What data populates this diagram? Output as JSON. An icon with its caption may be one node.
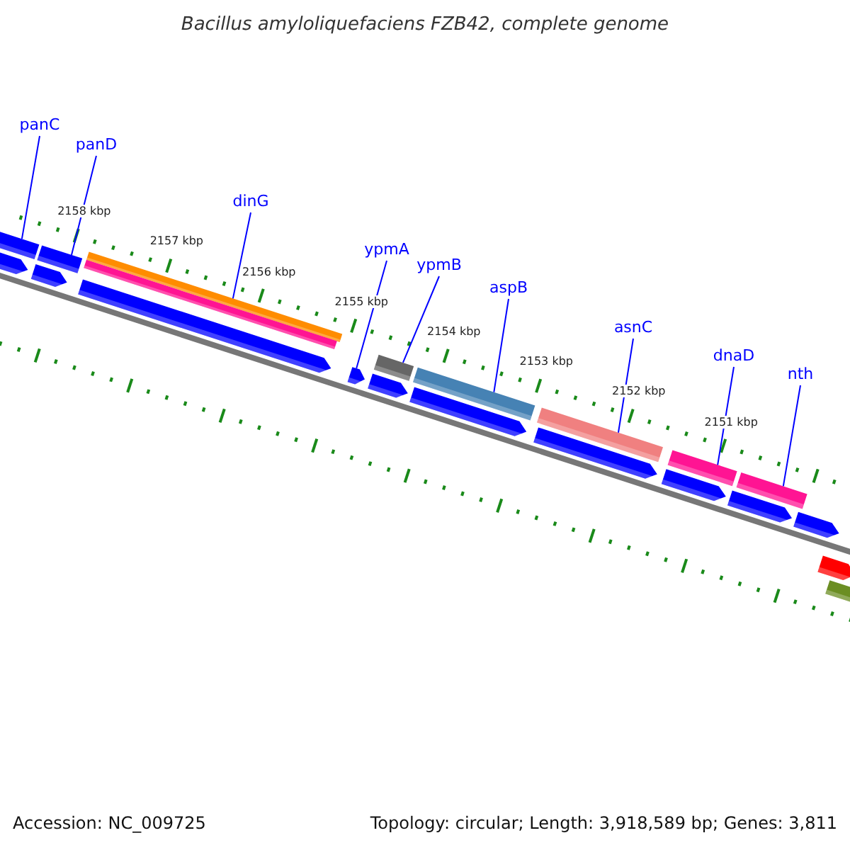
{
  "diagram": {
    "title": "Bacillus amyloliquefaciens FZB42, complete genome",
    "nodes": [
      {
        "text": [
          "panC"
        ]
      },
      {
        "text": [
          "panD"
        ]
      },
      {
        "text": [
          "dinG"
        ]
      },
      {
        "text": [
          "ypmA"
        ]
      },
      {
        "text": [
          "ypmB"
        ]
      },
      {
        "text": [
          "aspB"
        ]
      },
      {
        "text": [
          "asnC"
        ]
      },
      {
        "text": [
          "dnaD"
        ]
      },
      {
        "text": [
          "nth"
        ]
      },
      {
        "text": [],
        "shape": "bar"
      },
      {
        "text": [],
        "shape": "pentagon"
      },
      {
        "text": [],
        "shape": "bar"
      },
      {
        "text": [],
        "shape": "pentagon"
      },
      {
        "text": [],
        "shape": "bar"
      },
      {
        "text": [],
        "shape": "bar"
      },
      {
        "text": [],
        "shape": "pentagon"
      },
      {
        "text": [],
        "shape": "pentagon"
      },
      {
        "text": [],
        "shape": "bar"
      },
      {
        "text": [],
        "shape": "pentagon"
      },
      {
        "text": [],
        "shape": "bar"
      },
      {
        "text": [],
        "shape": "pentagon"
      },
      {
        "text": [],
        "shape": "bar"
      },
      {
        "text": [],
        "shape": "pentagon"
      },
      {
        "text": [],
        "shape": "bar"
      },
      {
        "text": [],
        "shape": "pentagon"
      },
      {
        "text": [],
        "shape": "bar"
      },
      {
        "text": [],
        "shape": "pentagon"
      },
      {
        "text": [],
        "shape": "pentagon"
      },
      {
        "text": [],
        "shape": "pentagon"
      },
      {
        "text": [],
        "shape": "bar"
      }
    ],
    "edges": [
      {
        "from": 0,
        "to": 9,
        "arrow": "none"
      },
      {
        "from": 1,
        "to": 11,
        "arrow": "none"
      },
      {
        "from": 2,
        "to": 13,
        "arrow": "none"
      },
      {
        "from": 3,
        "to": 16,
        "arrow": "none"
      },
      {
        "from": 4,
        "to": 17,
        "arrow": "none"
      },
      {
        "from": 5,
        "to": 19,
        "arrow": "none"
      },
      {
        "from": 6,
        "to": 21,
        "arrow": "none"
      },
      {
        "from": 7,
        "to": 23,
        "arrow": "none"
      },
      {
        "from": 8,
        "to": 25,
        "arrow": "none"
      }
    ],
    "labels": [
      "2158 kbp",
      "2157 kbp",
      "2156 kbp",
      "2155 kbp",
      "2154 kbp",
      "2153 kbp",
      "2152 kbp",
      "2151 kbp",
      "Accession: NC_009725",
      "Topology: circular; Length: 3,918,589 bp; Genes: 3,811"
    ]
  }
}
